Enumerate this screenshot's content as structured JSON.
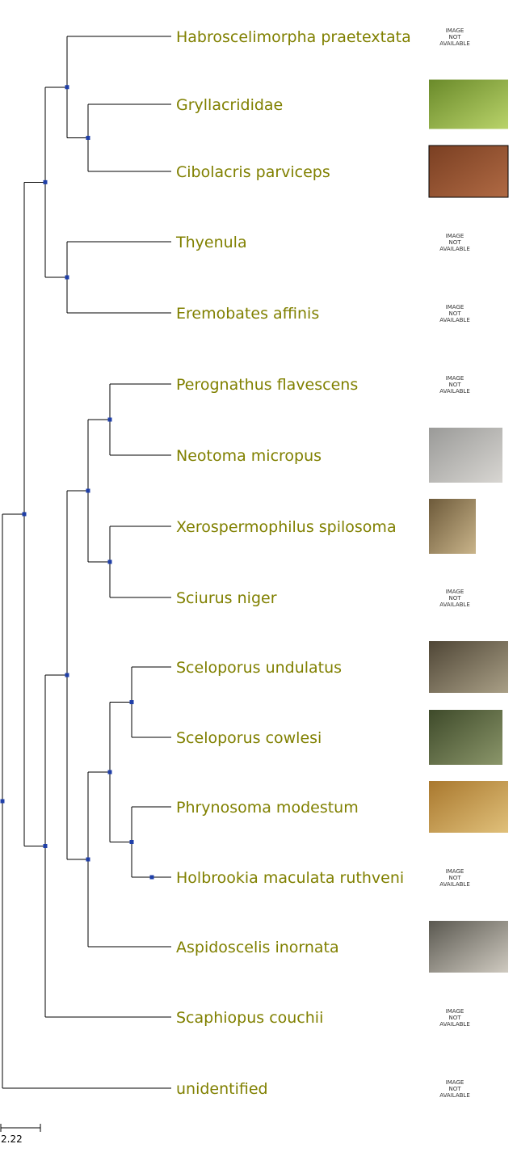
{
  "taxa": [
    {
      "name": "Habroscelimorpha praetextata",
      "image": "not-available"
    },
    {
      "name": "Gryllacrididae",
      "image": "photo"
    },
    {
      "name": "Cibolacris parviceps",
      "image": "photo"
    },
    {
      "name": "Thyenula",
      "image": "not-available"
    },
    {
      "name": "Eremobates affinis",
      "image": "not-available"
    },
    {
      "name": "Perognathus flavescens",
      "image": "not-available"
    },
    {
      "name": "Neotoma micropus",
      "image": "photo"
    },
    {
      "name": "Xerospermophilus spilosoma",
      "image": "photo"
    },
    {
      "name": "Sciurus niger",
      "image": "not-available"
    },
    {
      "name": "Sceloporus undulatus",
      "image": "photo"
    },
    {
      "name": "Sceloporus cowlesi",
      "image": "photo"
    },
    {
      "name": "Phrynosoma modestum",
      "image": "photo"
    },
    {
      "name": "Holbrookia maculata ruthveni",
      "image": "not-available"
    },
    {
      "name": "Aspidoscelis inornata",
      "image": "photo"
    },
    {
      "name": "Scaphiopus couchii",
      "image": "not-available"
    },
    {
      "name": "unidentified",
      "image": "not-available"
    }
  ],
  "image_not_available_text": [
    "IMAGE",
    "NOT",
    "AVAILABLE"
  ],
  "scale_bar": {
    "label": "2.22"
  },
  "colors": {
    "label": "#808000",
    "branch": "#000000",
    "node": "#1f3fa8"
  }
}
